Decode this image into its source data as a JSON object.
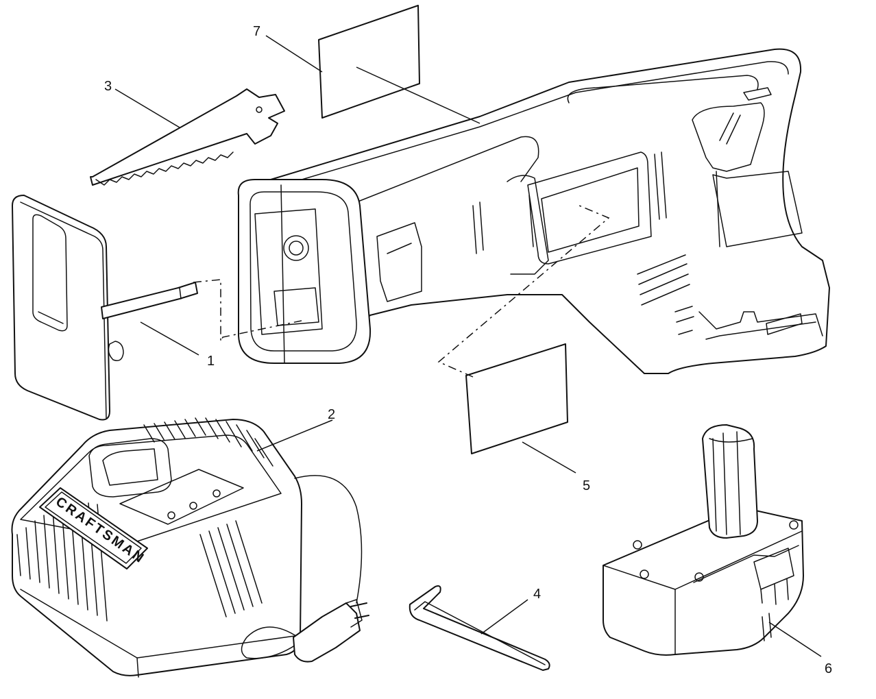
{
  "callouts": [
    {
      "id": "part-1",
      "label": "1"
    },
    {
      "id": "part-2",
      "label": "2"
    },
    {
      "id": "part-3",
      "label": "3"
    },
    {
      "id": "part-4",
      "label": "4"
    },
    {
      "id": "part-5",
      "label": "5"
    },
    {
      "id": "part-6",
      "label": "6"
    },
    {
      "id": "part-7",
      "label": "7"
    }
  ],
  "charger_brand": "CRAFTSMAN",
  "colors": {
    "ink": "#111111",
    "paper": "#ffffff"
  }
}
